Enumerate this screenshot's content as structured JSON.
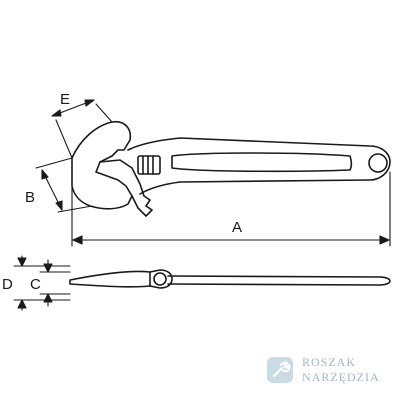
{
  "diagram": {
    "labels": {
      "overall_length": "A",
      "jaw_depth": "B",
      "jaw_opening": "E",
      "jaw_thickness": "C",
      "head_thickness": "D"
    }
  },
  "watermark": {
    "line1": "ROSZAK",
    "line2": "NARZĘDZIA",
    "icon": "wrench-icon",
    "color": "#9fb7c4"
  },
  "colors": {
    "line": "#1a1a1a",
    "background": "#ffffff"
  }
}
